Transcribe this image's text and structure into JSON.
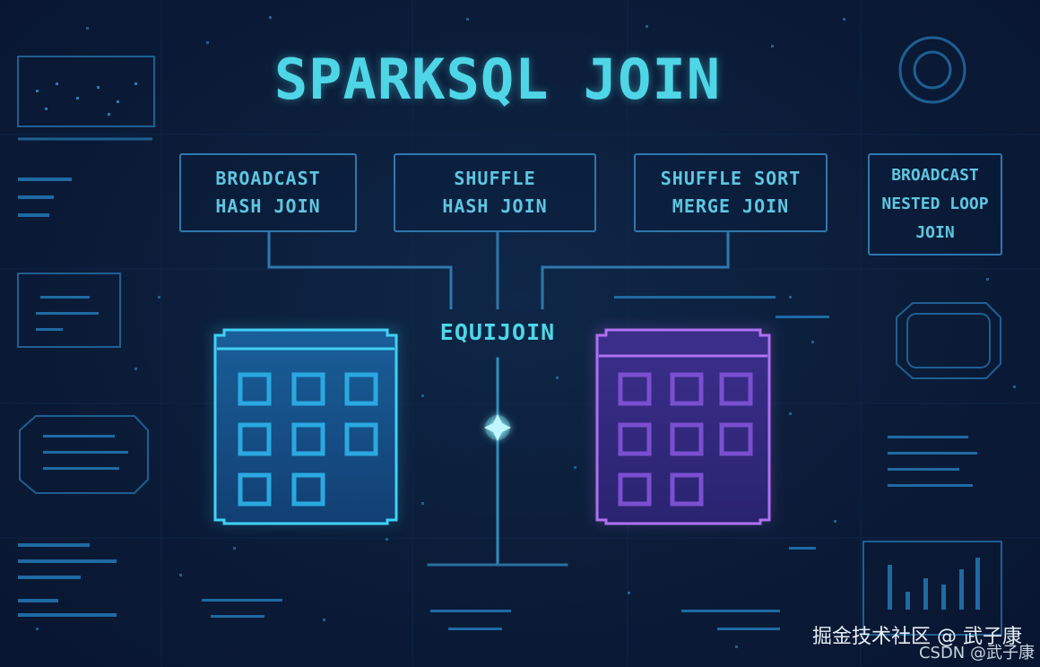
{
  "title": "SPARKSQL JOIN",
  "join_types": [
    {
      "line1": "BROADCAST",
      "line2": "HASH JOIN"
    },
    {
      "line1": "SHUFFLE",
      "line2": "HASH JOIN"
    },
    {
      "line1": "SHUFFLE SORT",
      "line2": "MERGE JOIN"
    },
    {
      "line1": "BROADCAST",
      "line2": "NESTED LOOP",
      "line3": "JOIN"
    }
  ],
  "center_label": "EQUIJOIN",
  "watermark": {
    "line1": "掘金技术社区 @ 武子康",
    "line2": "CSDN @武子康"
  },
  "colors": {
    "background": "#0b1c38",
    "cyan": "#4fd6e6",
    "box_border": "#2f77ad",
    "left_table": "#35c6f0",
    "right_table": "#a662e8"
  }
}
